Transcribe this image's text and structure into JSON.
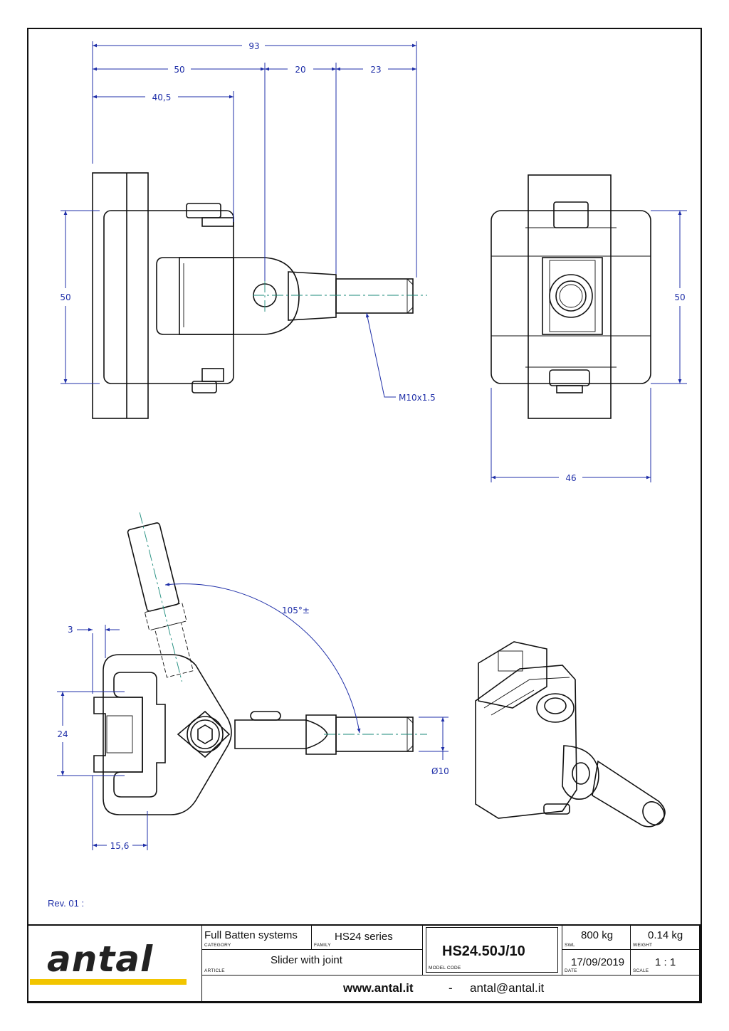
{
  "dimensions": {
    "d93": "93",
    "d50_top": "50",
    "d20": "20",
    "d23": "23",
    "d40_5": "40,5",
    "d50_left": "50",
    "d50_right": "50",
    "d46": "46",
    "thread": "M10x1.5",
    "angle": "105°±",
    "d3": "3",
    "d24": "24",
    "d15_6": "15,6",
    "dia10": "Ø10"
  },
  "revision": "Rev. 01 :",
  "title_block": {
    "logo": "antal",
    "category_value": "Full Batten systems",
    "category_caption": "CATEGORY",
    "family_value": "HS24 series",
    "family_caption": "FAMILY",
    "article_value": "Slider with joint",
    "article_caption": "ARTICLE",
    "model_code_value": "HS24.50J/10",
    "model_code_caption": "MODEL CODE",
    "swl_value": "800 kg",
    "swl_caption": "SWL",
    "weight_value": "0.14 kg",
    "weight_caption": "WEIGHT",
    "date_value": "17/09/2019",
    "date_caption": "DATE",
    "scale_value": "1 : 1",
    "scale_caption": "SCALE",
    "website": "www.antal.it",
    "separator": "-",
    "email": "antal@antal.it"
  },
  "colors": {
    "dimension": "#1f2fa8",
    "centerline": "#1a8a7a",
    "logo_bar": "#f2c500"
  }
}
